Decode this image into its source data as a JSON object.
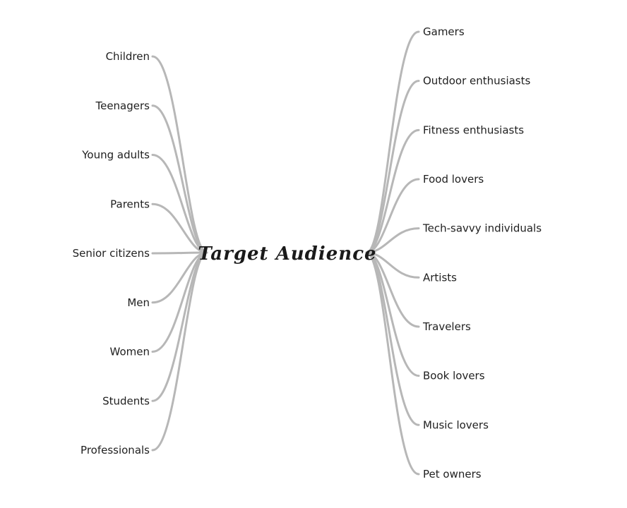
{
  "central_topic": "Target Audience",
  "left_branches": [
    "Children",
    "Teenagers",
    "Young adults",
    "Parents",
    "Senior citizens",
    "Men",
    "Women",
    "Students",
    "Professionals"
  ],
  "right_branches": [
    "Gamers",
    "Outdoor enthusiasts",
    "Fitness enthusiasts",
    "Food lovers",
    "Tech-savvy individuals",
    "Artists",
    "Travelers",
    "Book lovers",
    "Music lovers",
    "Pet owners"
  ],
  "colors": {
    "branch": "#b7b7b7",
    "text": "#1f1f1f"
  }
}
